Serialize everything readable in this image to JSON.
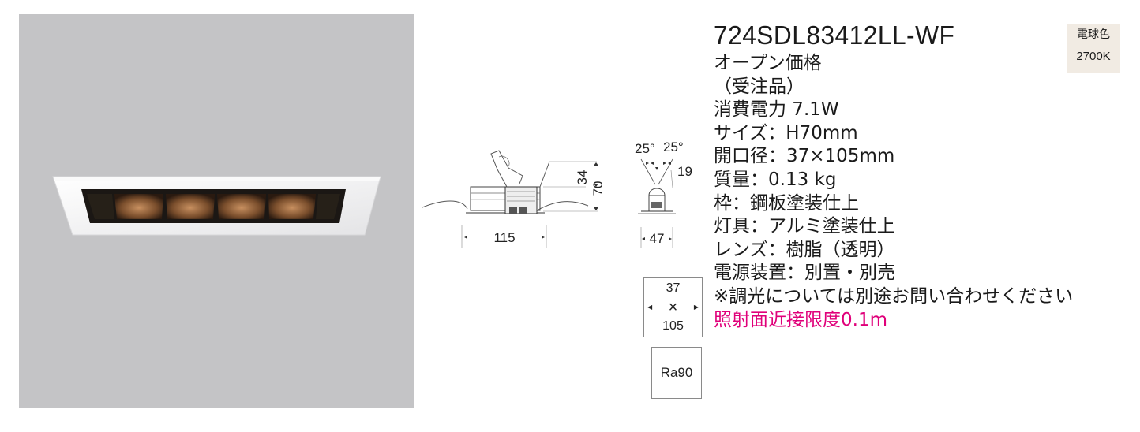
{
  "product": {
    "model": "724SDL83412LL-WF",
    "price": "オープン価格",
    "order_note": "（受注品）",
    "power": "消費電力 7.1W",
    "size": "サイズ：H70mm",
    "cutout": "開口径：37×105mm",
    "weight": "質量：0.13 kg",
    "frame": "枠：鋼板塗装仕上",
    "body": "灯具：アルミ塗装仕上",
    "lens": "レンズ：樹脂（透明）",
    "power_supply": "電源装置：別置・別売",
    "dimming_note": "※調光については別途お問い合わせください",
    "min_distance": "照射面近接限度0.1m"
  },
  "color_badge": {
    "name": "電球色",
    "temp": "2700K"
  },
  "drawing": {
    "side_width": "115",
    "height_top": "34",
    "height_total": "70",
    "angle_left": "25°",
    "angle_right": "25°",
    "front_offset": "19",
    "front_width": "47"
  },
  "cutout_box": {
    "w": "37",
    "x": "×",
    "h": "105"
  },
  "cri": "Ra90",
  "colors": {
    "photo_bg": "#c4c4c6",
    "warning": "#e0007a",
    "badge_bg": "#f1ebe3"
  }
}
